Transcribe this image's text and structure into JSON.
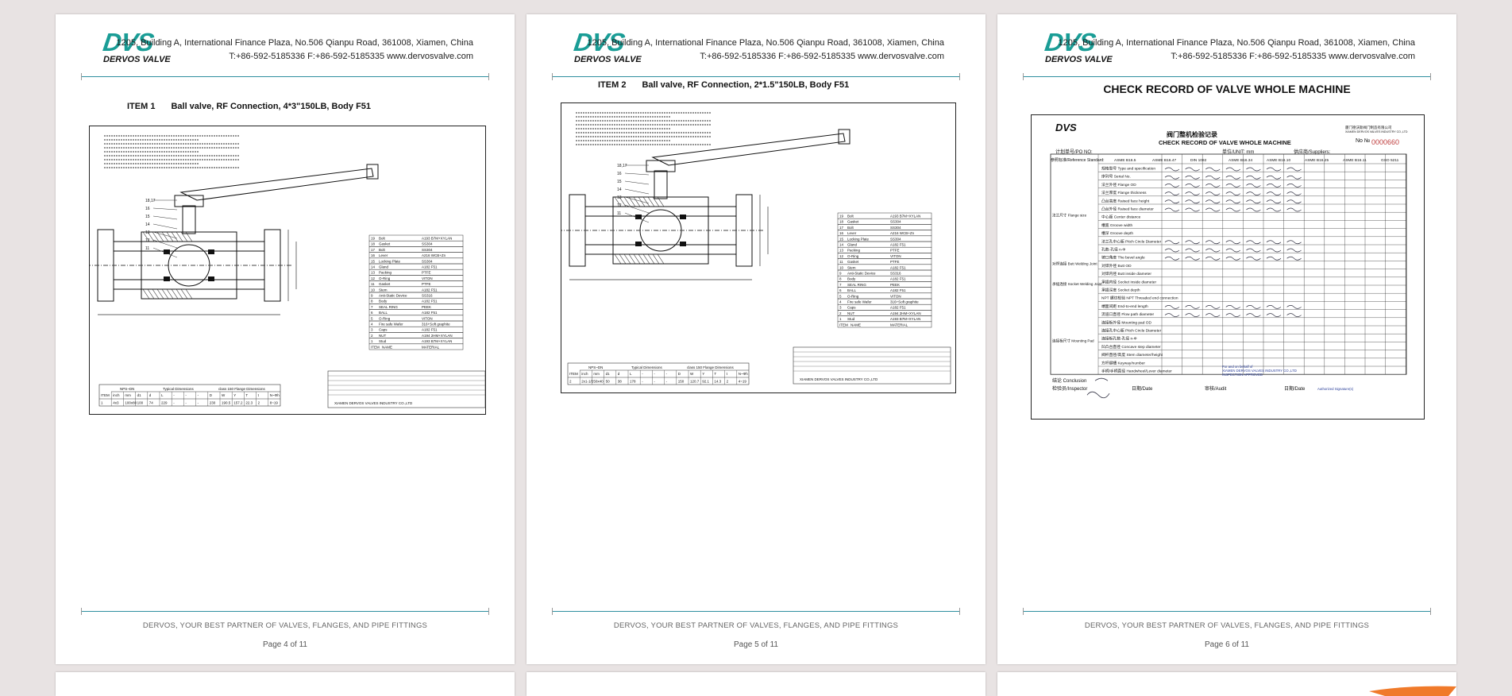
{
  "header": {
    "logo_mark": "DVS",
    "logo_sub": "DERVOS VALVE",
    "address": "1205, Building A, International Finance Plaza, No.506 Qianpu Road, 361008, Xiamen, China",
    "contact": "T:+86-592-5185336   F:+86-592-5185335   www.dervosvalve.com"
  },
  "footer": {
    "slogan": "DERVOS, YOUR BEST PARTNER OF VALVES, FLANGES, AND PIPE FITTINGS"
  },
  "pages": [
    {
      "item_no": "ITEM 1",
      "item_desc": "Ball valve, RF Connection, 4*3\"150LB, Body F51",
      "page_label": "Page 4 of 11"
    },
    {
      "item_no": "ITEM 2",
      "item_desc": "Ball valve, RF Connection, 2*1.5\"150LB, Body F51",
      "page_label": "Page 5 of 11"
    },
    {
      "title": "CHECK RECORD OF VALVE WHOLE MACHINE",
      "page_label": "Page 6 of 11"
    }
  ],
  "drawing1": {
    "dims": [
      "1",
      "4x3",
      "100x80",
      "100",
      "74",
      "229",
      "-",
      "-",
      "-",
      "230",
      "190.5",
      "157.2",
      "22.3",
      "2",
      "8~19"
    ],
    "parts": [
      [
        "19",
        "Bolt",
        "A193 B7M+XYLAN"
      ],
      [
        "18",
        "Gasket",
        "SS304"
      ],
      [
        "17",
        "Bolt",
        "SS304"
      ],
      [
        "16",
        "Lever",
        "A216 WCB+Zn"
      ],
      [
        "15",
        "Locking Plate",
        "SS304"
      ],
      [
        "14",
        "Gland",
        "A182 F51"
      ],
      [
        "13",
        "Packing",
        "PTFE"
      ],
      [
        "12",
        "O-Ring",
        "VITON"
      ],
      [
        "11",
        "Gasket",
        "PTFE"
      ],
      [
        "10",
        "Stem",
        "A182 F51"
      ],
      [
        "9",
        "Anti-Static Device",
        "SS316"
      ],
      [
        "8",
        "Body",
        "A182 F51"
      ],
      [
        "7",
        "SEAL RING",
        "PEEK"
      ],
      [
        "6",
        "BALL",
        "A182 F51"
      ],
      [
        "5",
        "O-Ring",
        "VITON"
      ],
      [
        "4",
        "Fire safe Wafer",
        "316+Soft graphite"
      ],
      [
        "3",
        "Caps",
        "A182 F51"
      ],
      [
        "2",
        "NUT",
        "A194 2HM+XYLAN"
      ],
      [
        "1",
        "Stud",
        "A193 B7M+XYLAN"
      ]
    ]
  },
  "drawing2": {
    "dims": [
      "2",
      "2x1-1/2",
      "50x40",
      "50",
      "38",
      "178",
      "-",
      "-",
      "-",
      "150",
      "120.7",
      "92.1",
      "14.3",
      "2",
      "4~19"
    ],
    "parts": [
      [
        "19",
        "Bolt",
        "A193 B7M+XYLAN"
      ],
      [
        "18",
        "Gasket",
        "SS304"
      ],
      [
        "17",
        "Bolt",
        "SS304"
      ],
      [
        "16",
        "Lever",
        "A216 WCB+Zn"
      ],
      [
        "15",
        "Locking Plate",
        "SS304"
      ],
      [
        "14",
        "Gland",
        "A182 F51"
      ],
      [
        "13",
        "Packing",
        "PTFE"
      ],
      [
        "12",
        "O-Ring",
        "VITON"
      ],
      [
        "11",
        "Gasket",
        "PTFE"
      ],
      [
        "10",
        "Stem",
        "A182 F51"
      ],
      [
        "9",
        "Anti-Static Device",
        "SS316"
      ],
      [
        "8",
        "Body",
        "A182 F51"
      ],
      [
        "7",
        "SEAL RING",
        "PEEK"
      ],
      [
        "6",
        "BALL",
        "A182 F51"
      ],
      [
        "5",
        "O-Ring",
        "VITON"
      ],
      [
        "4",
        "Fire safe Wafer",
        "316+Soft graphite"
      ],
      [
        "3",
        "Caps",
        "A182 F51"
      ],
      [
        "2",
        "NUT",
        "A194 2HM+XYLAN"
      ],
      [
        "1",
        "Stud",
        "A193 B7M+XYLAN"
      ]
    ]
  },
  "check_record": {
    "logo": "DVS",
    "cn_title": "阀门整机检验记录",
    "en_title": "CHECK RECORD OF VALVE WHOLE MACHINE",
    "company_cn": "厦门德沃斯阀门制造有限公司",
    "company_en": "XIAMEN DERVOS VALVES INDUSTRY CO.,LTD",
    "no_label": "No №",
    "no_value": "0000660",
    "po": "计划单号/PO NO:",
    "unit": "单位/UNIT:   mm",
    "supplier": "供应商/Suppliers:",
    "ref_std": "参照标准/Reference Standard:",
    "standards": [
      "ASME B16.5",
      "ASME B16.47",
      "DIN 1092",
      "ASME B16.34",
      "ASME B16.10",
      "ASME B16.25",
      "ASME B16.11",
      "GSO 5211"
    ],
    "rows": [
      "规格型号 Type and specification",
      "序列号 Serial No.",
      "法兰外径 Flange OD",
      "法兰厚度 Flange thickness",
      "凸台高度 Raised face height",
      "凸台外径 Raised face diameter",
      "中心距 Center distance",
      "槽宽 Groove width",
      "槽深 Groove depth",
      "法兰孔中心距 Pitch Circle Diameter",
      "孔数-孔径 n-Φ",
      "坡口角度 The bevel angle",
      "对焊外径 Butt OD",
      "对焊内径 Butt inside diameter",
      "承插内径 Socket inside diameter",
      "承插深度 Socket depth",
      "NPT 螺纹检验 NPT Threaded end connection",
      "端面间距 End-to-end length",
      "流道口直径 Flow path diameter",
      "连接板外径 Mounting pad OD",
      "连接孔中心距 Pitch Circle Diameter",
      "连接板孔数-孔径 n-Φ",
      "凹凸台直径 Concave step diameter",
      "阀杆直径/高度 Stem diameter/height",
      "方杆键槽 Keyway/number",
      "手柄/手柄直径 Handwheel/Lever diameter"
    ],
    "groups": [
      "法兰尺寸 Flange size",
      "对焊连接 Butt Welding Joint",
      "承插连接 Socket Welding Joint",
      "连接板尺寸 Mounting Pad"
    ],
    "conclusion": "结论 Conclusion",
    "inspector": "检验员/Inspector",
    "date": "日期/Date",
    "audit": "审核/Audit",
    "date2": "日期/Date",
    "stamp_line1": "For and on behalf of",
    "stamp_line2": "XIAMEN DERVOS VALVES INDUSTRY CO.,LTD",
    "stamp_line3": "INSPECTION APPROVED",
    "stamp_line4": "Authorized Signature(s)"
  }
}
